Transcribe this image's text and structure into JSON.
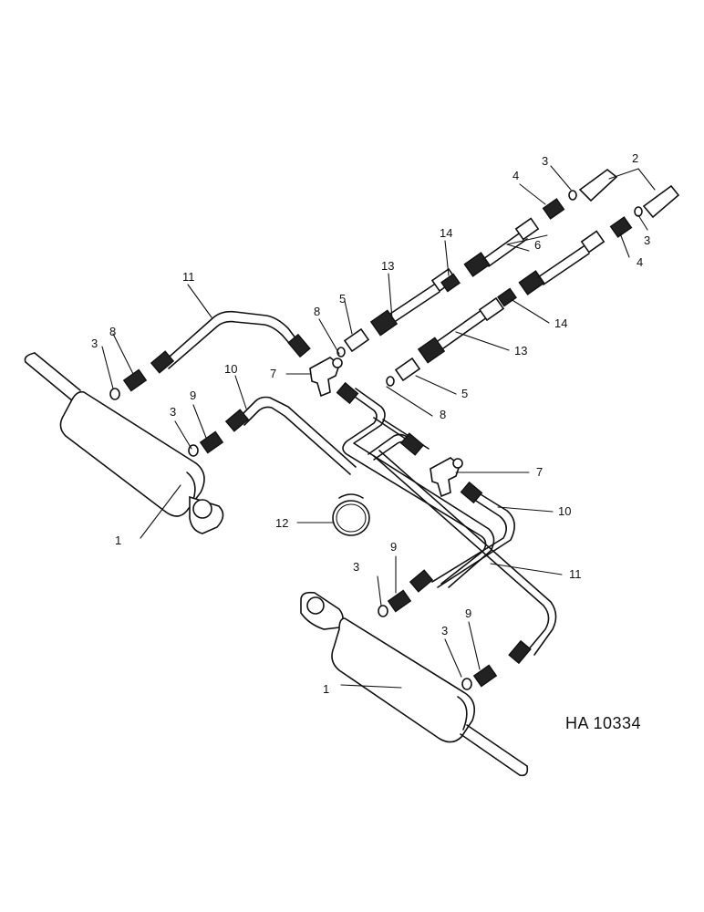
{
  "figure_code": "HA 10334",
  "labels": {
    "l1a": "1",
    "l1b": "1",
    "l2": "2",
    "l3a": "3",
    "l3b": "3",
    "l3c": "3",
    "l3d": "3",
    "l3e": "3",
    "l3f": "3",
    "l4a": "4",
    "l4b": "4",
    "l5a": "5",
    "l5b": "5",
    "l6": "6",
    "l7a": "7",
    "l7b": "7",
    "l8a": "8",
    "l8b": "8",
    "l8c": "8",
    "l9a": "9",
    "l9b": "9",
    "l9c": "9",
    "l10a": "10",
    "l10b": "10",
    "l11a": "11",
    "l11b": "11",
    "l12": "12",
    "l13a": "13",
    "l13b": "13",
    "l14a": "14",
    "l14b": "14"
  }
}
